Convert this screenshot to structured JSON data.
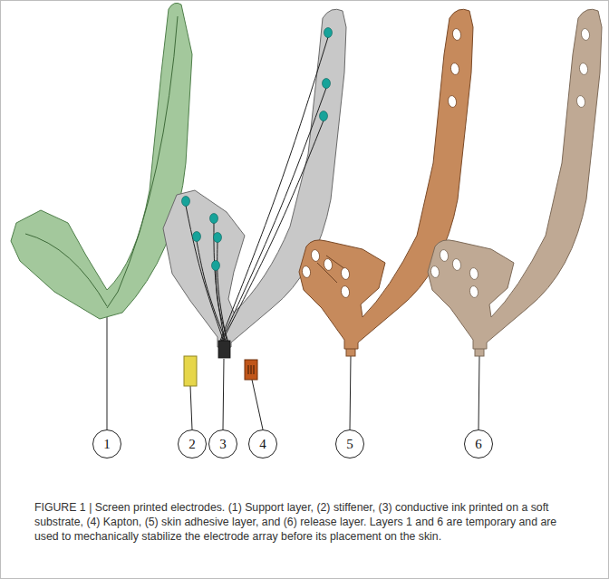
{
  "diagram": {
    "caption": "FIGURE 1 | Screen printed electrodes. (1) Support layer, (2) stiffener, (3) conductive ink printed on a soft substrate, (4) Kapton, (5) skin adhesive layer, and (6) release layer. Layers 1 and 6 are temporary and are used to mechanically stabilize the electrode array before its placement on the skin.",
    "nodes": [
      {
        "text": [
          "1"
        ]
      },
      {
        "text": [
          "2"
        ]
      },
      {
        "text": [
          "3"
        ]
      },
      {
        "text": [
          "4"
        ]
      },
      {
        "text": [
          "5"
        ]
      },
      {
        "text": [
          "6"
        ]
      }
    ]
  }
}
